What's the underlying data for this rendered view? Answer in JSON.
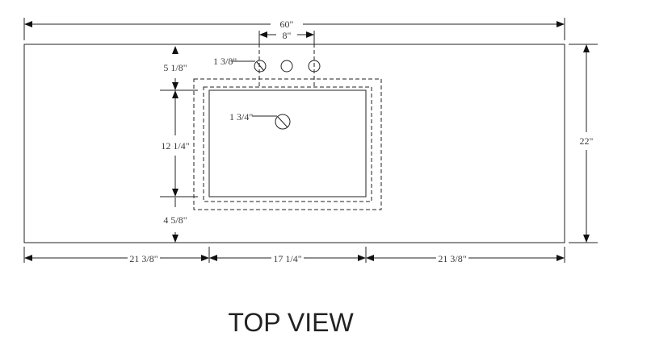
{
  "title": "TOP VIEW",
  "dimensions": {
    "overall_width": "60\"",
    "faucet_spread": "8\"",
    "faucet_hole": "1 3/8\"",
    "drain_hole": "1 3/4\"",
    "top_to_sink": "5 1/8\"",
    "sink_depth": "12 1/4\"",
    "sink_to_front": "4 5/8\"",
    "overall_depth": "22\"",
    "left_offset": "21 3/8\"",
    "sink_width": "17 1/4\"",
    "right_offset": "21 3/8\""
  }
}
